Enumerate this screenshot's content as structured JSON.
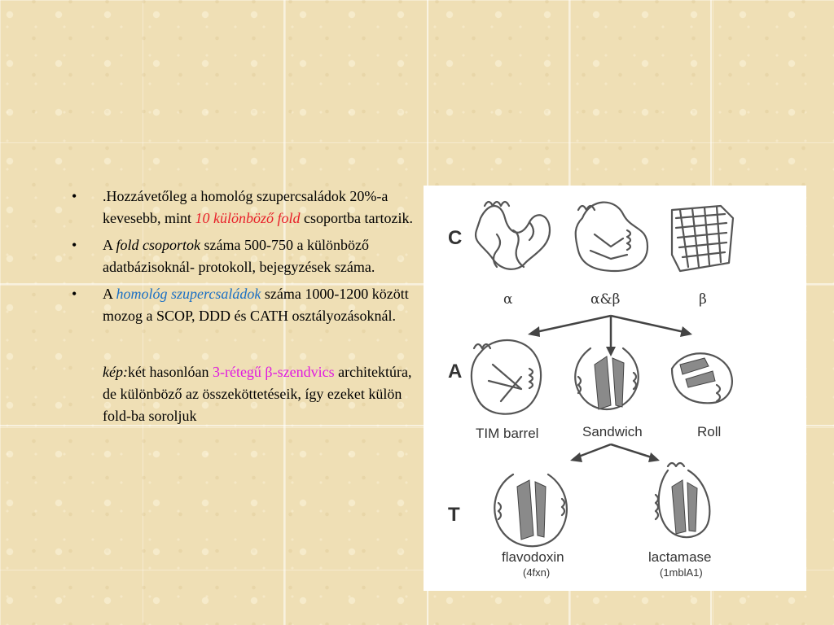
{
  "bullets": [
    {
      "pre": ".Hozzávetőleg a homológ szupercsaládok 20%-a kevesebb, mint ",
      "highlight": "10 különböző fold",
      "post": " csoportba tartozik."
    },
    {
      "pre": "A ",
      "highlight": "fold csoportok",
      "post": " száma 500-750 a különböző adatbázisoknál- protokoll, bejegyzések száma."
    },
    {
      "pre": "A ",
      "highlight": "homológ szupercsaládok",
      "post": " száma 1000-1200 között mozog a SCOP, DDD és CATH osztályozásoknál."
    }
  ],
  "caption": {
    "lead": "kép:",
    "pre": "két hasonlóan ",
    "highlight": "3-rétegű β-szendvics",
    "post": " architektúra, de különböző az összeköttetéseik, így ezeket külön fold-ba soroljuk"
  },
  "figure": {
    "rows": [
      "C",
      "A",
      "T"
    ],
    "class_labels": [
      "α",
      "α&β",
      "β"
    ],
    "arch_labels": [
      "TIM barrel",
      "Sandwich",
      "Roll"
    ],
    "topology_labels": [
      "flavodoxin",
      "lactamase"
    ],
    "topology_ids": [
      "(4fxn)",
      "(1mblA1)"
    ]
  },
  "colors": {
    "highlight_red": "#e8202a",
    "highlight_blue": "#1a6fc4",
    "highlight_magenta": "#e019e0"
  }
}
